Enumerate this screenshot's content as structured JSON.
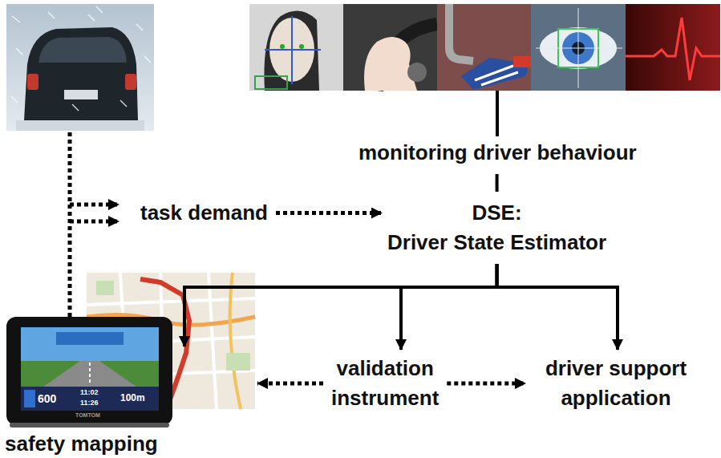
{
  "diagram": {
    "nodes": [
      {
        "text": [
          "monitoring driver behaviour"
        ]
      },
      {
        "text": [
          "task demand"
        ]
      },
      {
        "text": [
          "DSE:",
          "Driver State Estimator"
        ]
      },
      {
        "text": [
          "validation instrument"
        ]
      },
      {
        "text": [
          "driver support application"
        ]
      },
      {
        "text": [
          "safety mapping"
        ]
      }
    ],
    "edges": [
      {
        "from": 0,
        "to": 2,
        "arrow": "none"
      },
      {
        "from": 1,
        "to": 2,
        "arrow": "to"
      },
      {
        "from": 2,
        "to": 5,
        "arrow": "to"
      },
      {
        "from": 2,
        "to": 3,
        "arrow": "to"
      },
      {
        "from": 2,
        "to": 4,
        "arrow": "to"
      },
      {
        "from": 3,
        "to": 5,
        "arrow": "to"
      },
      {
        "from": 3,
        "to": 4,
        "arrow": "to"
      }
    ],
    "labels": [
      "600",
      "11:02",
      "11:26",
      "100m",
      "TOMTOM"
    ]
  }
}
